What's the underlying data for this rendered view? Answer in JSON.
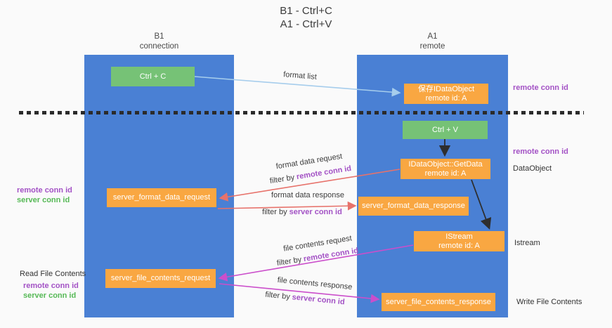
{
  "title": {
    "line1": "B1 - Ctrl+C",
    "line2": "A1 - Ctrl+V"
  },
  "lanes": {
    "left": {
      "name": "B1",
      "role": "connection"
    },
    "right": {
      "name": "A1",
      "role": "remote"
    }
  },
  "nodes": {
    "ctrl_c": "Ctrl + C",
    "save_idataobject": {
      "line1": "保存IDataObject",
      "line2": "remote id: A"
    },
    "ctrl_v": "Ctrl + V",
    "getdata": {
      "line1": "IDataObject::GetData",
      "line2": "remote id: A"
    },
    "format_request": "server_format_data_request",
    "format_response": "server_format_data_response",
    "istream": {
      "line1": "IStream",
      "line2": "remote id: A"
    },
    "file_request": "server_file_contents_request",
    "file_response": "server_file_contents_response"
  },
  "flows": {
    "format_list": {
      "label": "format list"
    },
    "format_data_request": {
      "label": "format data request",
      "filter_prefix": "filter by",
      "filter_key": "remote conn id"
    },
    "format_data_response": {
      "label": "format data response",
      "filter_prefix": "filter by",
      "filter_key": "server conn id"
    },
    "file_contents_request": {
      "label": "file contents request",
      "filter_prefix": "filter by",
      "filter_key": "remote conn id"
    },
    "file_contents_response": {
      "label": "file contents response",
      "filter_prefix": "filter by",
      "filter_key": "server conn id"
    }
  },
  "side_labels": {
    "right_remote_conn_top": "remote conn id",
    "right_remote_conn_mid": "remote conn id",
    "data_object": "DataObject",
    "istream": "Istream",
    "write_file_contents": "Write File Contents",
    "left_remote_conn_mid": "remote conn id",
    "left_server_conn_mid": "server conn id",
    "read_file_contents": "Read File Contents",
    "left_remote_conn_bottom": "remote conn id",
    "left_server_conn_bottom": "server conn id"
  },
  "colors": {
    "lane": "#4a80d4",
    "node_orange": "#f9a742",
    "node_green": "#76c276",
    "arrow_blue": "#a6cdec",
    "arrow_red": "#e7726b",
    "arrow_magenta": "#cb4ecb",
    "arrow_black": "#2e2e2e",
    "label_purple": "#a352c5",
    "label_green": "#56b956"
  }
}
